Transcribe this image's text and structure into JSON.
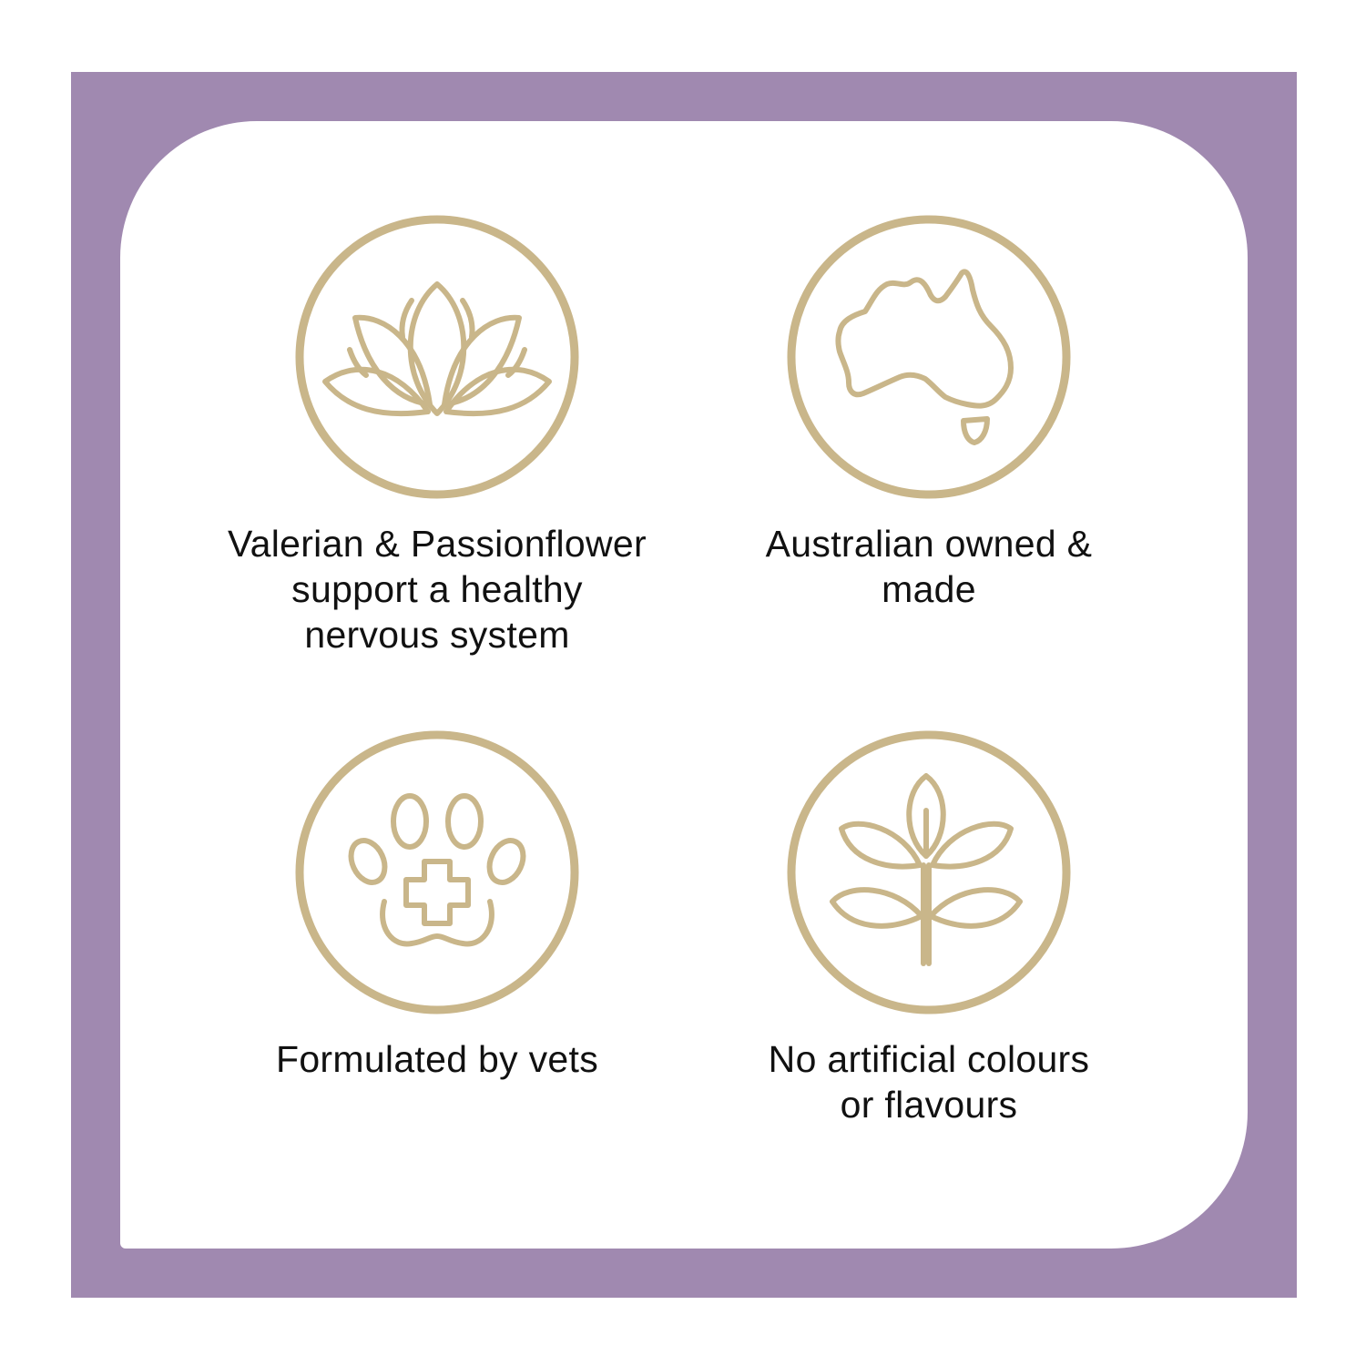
{
  "colors": {
    "frame": "#a089b0",
    "card": "#ffffff",
    "gold": "#c9b68a",
    "text": "#111111"
  },
  "features": [
    {
      "icon": "lotus-icon",
      "caption": "Valerian & Passionflower\nsupport a healthy\nnervous system"
    },
    {
      "icon": "australia-map-icon",
      "caption": "Australian owned &\nmade"
    },
    {
      "icon": "paw-cross-icon",
      "caption": "Formulated by vets"
    },
    {
      "icon": "leaf-branch-icon",
      "caption": "No artificial colours\nor flavours"
    }
  ]
}
